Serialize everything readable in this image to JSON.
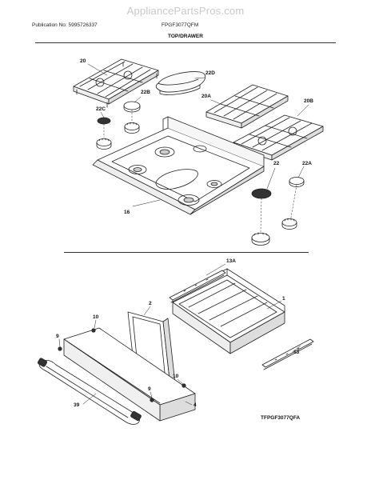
{
  "watermark": "AppliancePartsPros.com",
  "header": {
    "publication": "Publication No: 5995726337",
    "model": "FPGF3077QFM"
  },
  "section_title": "TOP/DRAWER",
  "catalog_id": "TFPGF3077QFA",
  "part_labels": {
    "p20": "20",
    "p22d": "22D",
    "p22b": "22B",
    "p20a": "20A",
    "p20b": "20B",
    "p22c": "22C",
    "p22": "22",
    "p22a": "22A",
    "p16": "16",
    "p13a": "13A",
    "p1": "1",
    "p2": "2",
    "p10a": "10",
    "p9a": "9",
    "p13": "13",
    "p10b": "10",
    "p9b": "9",
    "p39": "39",
    "p4": "4"
  }
}
